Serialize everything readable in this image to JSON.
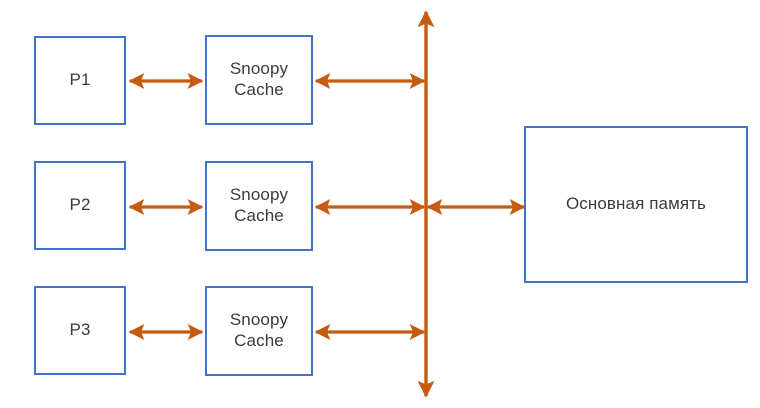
{
  "diagram": {
    "title": "Snoopy cache coherence bus diagram",
    "background_color": "#ffffff",
    "box_border_color": "#4472c4",
    "arrow_color": "#c55a11",
    "text_color": "#3b3b3b",
    "processors": [
      {
        "label": "P1"
      },
      {
        "label": "P2"
      },
      {
        "label": "P3"
      }
    ],
    "caches": [
      {
        "label": "Snoopy\nCache"
      },
      {
        "label": "Snoopy\nCache"
      },
      {
        "label": "Snoopy\nCache"
      }
    ],
    "memory": {
      "label": "Основная память"
    },
    "bus": {
      "label": "system-bus",
      "orientation": "vertical",
      "arrowheads": "both"
    },
    "connections": [
      {
        "name": "p1-to-cache1",
        "arrowheads": "both"
      },
      {
        "name": "cache1-to-bus",
        "arrowheads": "both"
      },
      {
        "name": "p2-to-cache2",
        "arrowheads": "both"
      },
      {
        "name": "cache2-to-bus",
        "arrowheads": "both"
      },
      {
        "name": "p3-to-cache3",
        "arrowheads": "both"
      },
      {
        "name": "cache3-to-bus",
        "arrowheads": "both"
      },
      {
        "name": "bus-to-memory",
        "arrowheads": "both"
      }
    ]
  }
}
